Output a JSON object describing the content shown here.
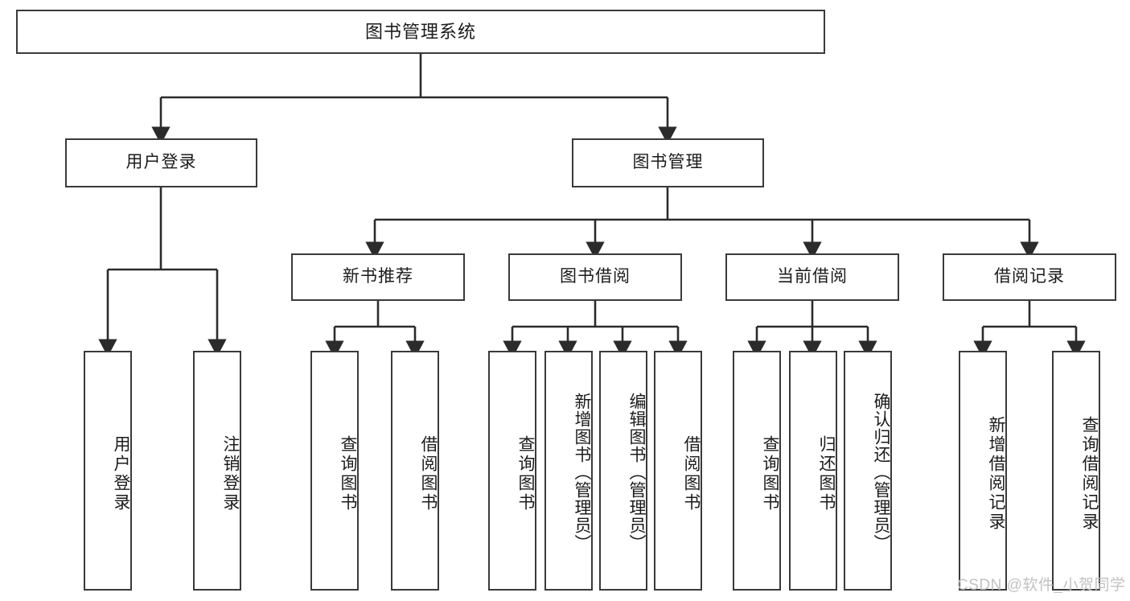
{
  "diagram": {
    "type": "tree-hierarchy",
    "title": "图书管理系统",
    "watermark": "CSDN @软件_小贺同学",
    "colors": {
      "box_border": "#3a3a3a",
      "box_fill": "#ffffff",
      "connector": "#2b2b2b",
      "text": "#1b1b1b",
      "watermark": "#c2c2c2",
      "background": "#ffffff"
    },
    "nodes": {
      "root": {
        "label": "图书管理系统"
      },
      "level1": [
        {
          "label": "用户登录"
        },
        {
          "label": "图书管理"
        }
      ],
      "level2": [
        {
          "label": "新书推荐"
        },
        {
          "label": "图书借阅"
        },
        {
          "label": "当前借阅"
        },
        {
          "label": "借阅记录"
        }
      ],
      "leaves": {
        "user_login": [
          {
            "label": "用户登录"
          },
          {
            "label": "注销登录"
          }
        ],
        "new_book_recommend": [
          {
            "label": "查询图书"
          },
          {
            "label": "借阅图书"
          }
        ],
        "book_borrow": [
          {
            "label": "查询图书"
          },
          {
            "label": "新增图书（管理员）"
          },
          {
            "label": "编辑图书（管理员）"
          },
          {
            "label": "借阅图书"
          }
        ],
        "current_borrow": [
          {
            "label": "查询图书"
          },
          {
            "label": "归还图书"
          },
          {
            "label": "确认归还（管理员）"
          }
        ],
        "borrow_record": [
          {
            "label": "新增借阅记录"
          },
          {
            "label": "查询借阅记录"
          }
        ]
      }
    }
  }
}
